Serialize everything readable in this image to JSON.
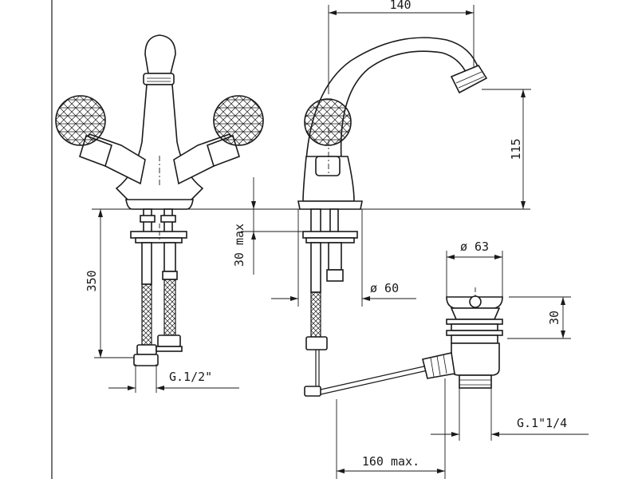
{
  "dimensions": {
    "width_top": "140",
    "spout_height": "115",
    "max_height": "30 max",
    "shank_length": "350",
    "base_diameter": "ø 60",
    "waste_diameter": "ø 63",
    "waste_height": "30",
    "inlet_thread": "G.1/2\"",
    "waste_thread": "G.1\"1/4",
    "rod_length": "160 max."
  },
  "colors": {
    "line": "#1a1a1a",
    "background": "#ffffff"
  }
}
